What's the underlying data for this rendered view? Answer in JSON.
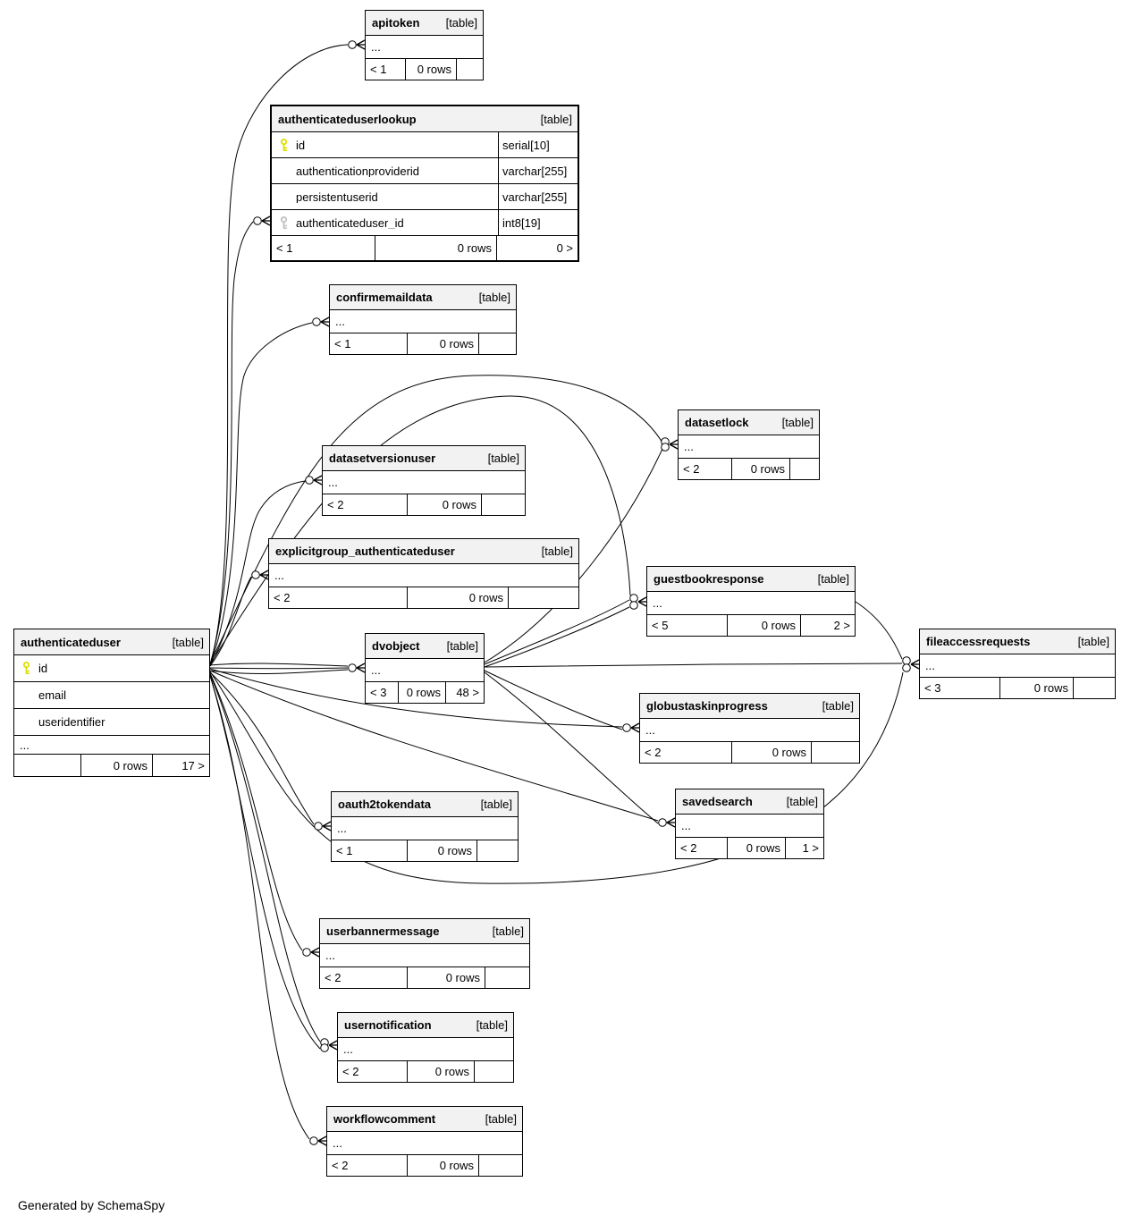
{
  "diagram": {
    "generator_note": "Generated by SchemaSpy",
    "tables": [
      {
        "name": "apitoken",
        "tag": "[table]",
        "columns": [
          {
            "name": "..."
          }
        ],
        "footer": {
          "parents": "< 1",
          "rows": "0 rows",
          "children": ""
        }
      },
      {
        "name": "authenticateduserlookup",
        "tag": "[table]",
        "emphasized": true,
        "columns": [
          {
            "name": "id",
            "type": "serial[10]",
            "key": "primary"
          },
          {
            "name": "authenticationproviderid",
            "type": "varchar[255]"
          },
          {
            "name": "persistentuserid",
            "type": "varchar[255]"
          },
          {
            "name": "authenticateduser_id",
            "type": "int8[19]",
            "key": "foreign"
          }
        ],
        "footer": {
          "parents": "< 1",
          "rows": "0 rows",
          "children": "0 >"
        }
      },
      {
        "name": "confirmemaildata",
        "tag": "[table]",
        "columns": [
          {
            "name": "..."
          }
        ],
        "footer": {
          "parents": "< 1",
          "rows": "0 rows",
          "children": ""
        }
      },
      {
        "name": "datasetlock",
        "tag": "[table]",
        "columns": [
          {
            "name": "..."
          }
        ],
        "footer": {
          "parents": "< 2",
          "rows": "0 rows",
          "children": ""
        }
      },
      {
        "name": "datasetversionuser",
        "tag": "[table]",
        "columns": [
          {
            "name": "..."
          }
        ],
        "footer": {
          "parents": "< 2",
          "rows": "0 rows",
          "children": ""
        }
      },
      {
        "name": "explicitgroup_authenticateduser",
        "tag": "[table]",
        "columns": [
          {
            "name": "..."
          }
        ],
        "footer": {
          "parents": "< 2",
          "rows": "0 rows",
          "children": ""
        }
      },
      {
        "name": "guestbookresponse",
        "tag": "[table]",
        "columns": [
          {
            "name": "..."
          }
        ],
        "footer": {
          "parents": "< 5",
          "rows": "0 rows",
          "children": "2 >"
        }
      },
      {
        "name": "authenticateduser",
        "tag": "[table]",
        "columns": [
          {
            "name": "id",
            "key": "primary"
          },
          {
            "name": "email"
          },
          {
            "name": "useridentifier"
          },
          {
            "name": "..."
          }
        ],
        "footer": {
          "parents": "",
          "rows": "0 rows",
          "children": "17 >"
        }
      },
      {
        "name": "dvobject",
        "tag": "[table]",
        "columns": [
          {
            "name": "..."
          }
        ],
        "footer": {
          "parents": "< 3",
          "rows": "0 rows",
          "children": "48 >"
        }
      },
      {
        "name": "fileaccessrequests",
        "tag": "[table]",
        "columns": [
          {
            "name": "..."
          }
        ],
        "footer": {
          "parents": "< 3",
          "rows": "0 rows",
          "children": ""
        }
      },
      {
        "name": "globustaskinprogress",
        "tag": "[table]",
        "columns": [
          {
            "name": "..."
          }
        ],
        "footer": {
          "parents": "< 2",
          "rows": "0 rows",
          "children": ""
        }
      },
      {
        "name": "savedsearch",
        "tag": "[table]",
        "columns": [
          {
            "name": "..."
          }
        ],
        "footer": {
          "parents": "< 2",
          "rows": "0 rows",
          "children": "1 >"
        }
      },
      {
        "name": "oauth2tokendata",
        "tag": "[table]",
        "columns": [
          {
            "name": "..."
          }
        ],
        "footer": {
          "parents": "< 1",
          "rows": "0 rows",
          "children": ""
        }
      },
      {
        "name": "userbannermessage",
        "tag": "[table]",
        "columns": [
          {
            "name": "..."
          }
        ],
        "footer": {
          "parents": "< 2",
          "rows": "0 rows",
          "children": ""
        }
      },
      {
        "name": "usernotification",
        "tag": "[table]",
        "columns": [
          {
            "name": "..."
          }
        ],
        "footer": {
          "parents": "< 2",
          "rows": "0 rows",
          "children": ""
        }
      },
      {
        "name": "workflowcomment",
        "tag": "[table]",
        "columns": [
          {
            "name": "..."
          }
        ],
        "footer": {
          "parents": "< 2",
          "rows": "0 rows",
          "children": ""
        }
      }
    ]
  },
  "colors": {
    "header_bg": "#f2f2f2",
    "border": "#000000",
    "primary_key": "#dede00",
    "foreign_key": "#c0c0c0"
  }
}
